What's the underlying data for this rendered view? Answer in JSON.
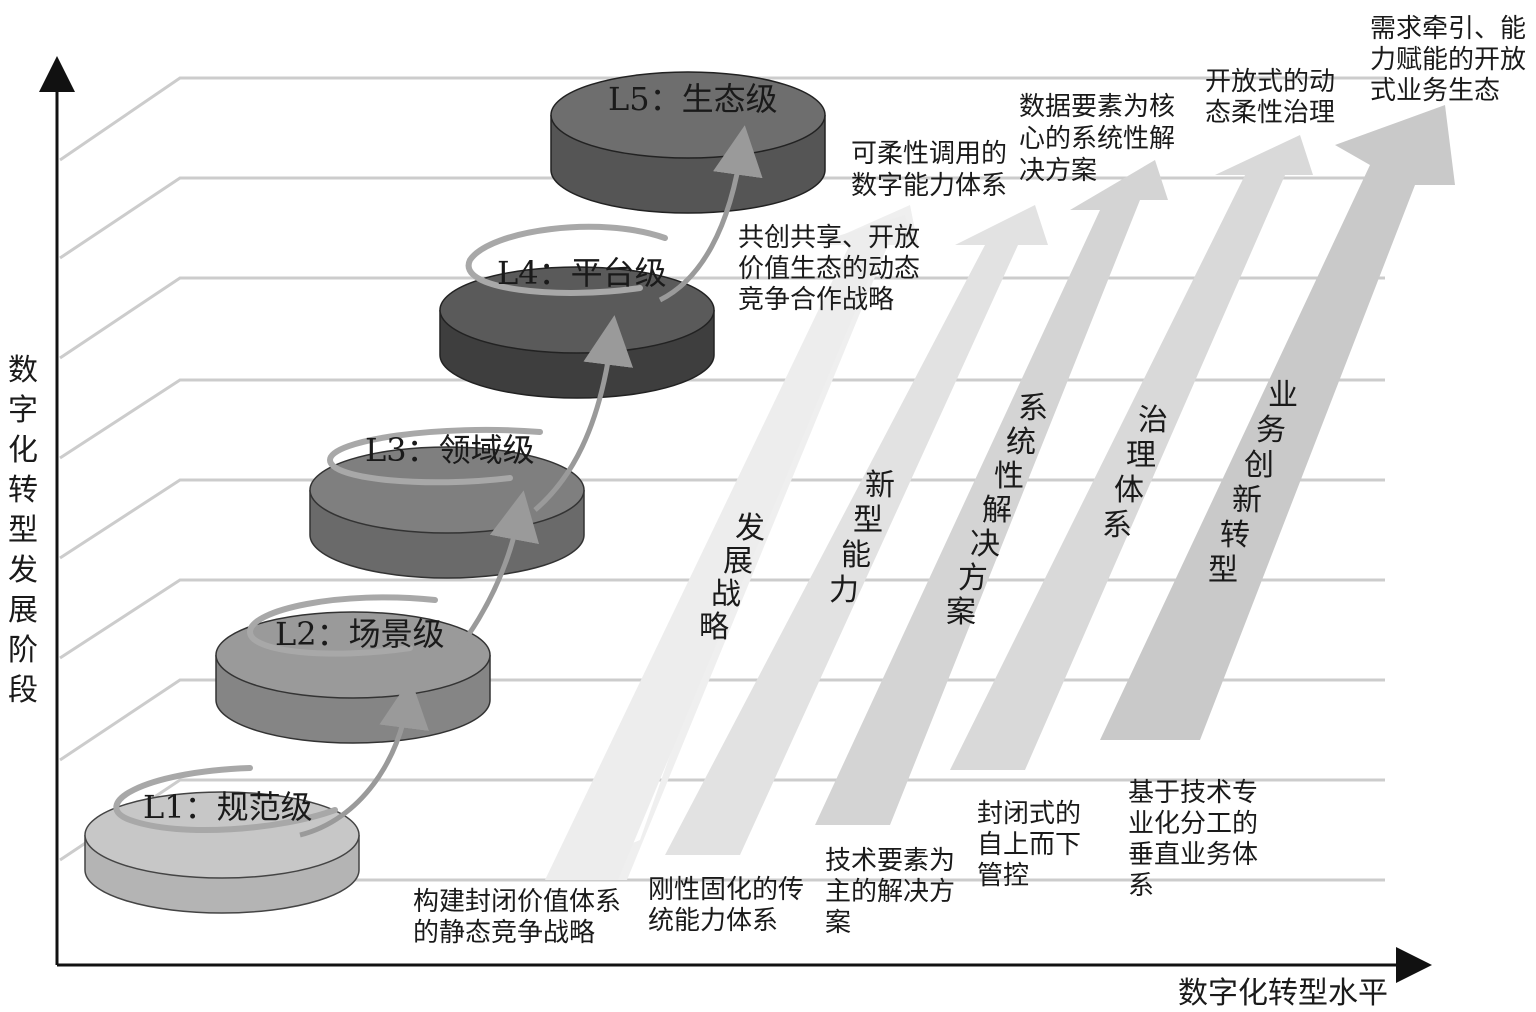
{
  "axes": {
    "y_label_chars": [
      "数",
      "字",
      "化",
      "转",
      "型",
      "发",
      "展",
      "阶",
      "段"
    ],
    "x_label": "数字化转型水平"
  },
  "levels": [
    {
      "label": "L1：规范级"
    },
    {
      "label": "L2：场景级"
    },
    {
      "label": "L3：领域级"
    },
    {
      "label": "L4：平台级"
    },
    {
      "label": "L5：生态级"
    }
  ],
  "arrows": [
    {
      "chars": [
        "发",
        "展",
        "战",
        "略"
      ],
      "bottom_text": [
        "构建封闭价值体系",
        "的静态竞争战略"
      ],
      "top_text": [
        "共创共享、开放",
        "价值生态的动态",
        "竞争合作战略"
      ]
    },
    {
      "chars": [
        "新",
        "型",
        "能",
        "力"
      ],
      "bottom_text": [
        "刚性固化的传",
        "统能力体系"
      ],
      "top_text": [
        "可柔性调用的",
        "数字能力体系"
      ]
    },
    {
      "chars": [
        "系",
        "统",
        "性",
        "解",
        "决",
        "方",
        "案"
      ],
      "bottom_text": [
        "技术要素为",
        "主的解决方",
        "案"
      ],
      "top_text": [
        "数据要素为核",
        "心的系统性解",
        "决方案"
      ]
    },
    {
      "chars": [
        "治",
        "理",
        "体",
        "系"
      ],
      "bottom_text": [
        "封闭式的",
        "自上而下",
        "管控"
      ],
      "top_text": [
        "开放式的动",
        "态柔性治理"
      ]
    },
    {
      "chars": [
        "业",
        "务",
        "创",
        "新",
        "转",
        "型"
      ],
      "bottom_text": [
        "基于技术专",
        "业化分工的",
        "垂直业务体",
        "系"
      ],
      "top_text": [
        "需求牵引、能",
        "力赋能的开放",
        "式业务生态"
      ]
    }
  ],
  "colors": {
    "grid": "#cccccc",
    "axis": "#111111",
    "disk_top": [
      "#c7c7c7",
      "#9a9a9a",
      "#7f7f7f",
      "#5a5a5a",
      "#6e6e6e"
    ],
    "disk_side": [
      "#b4b4b4",
      "#858585",
      "#6a6a6a",
      "#3e3e3e",
      "#555555"
    ]
  }
}
